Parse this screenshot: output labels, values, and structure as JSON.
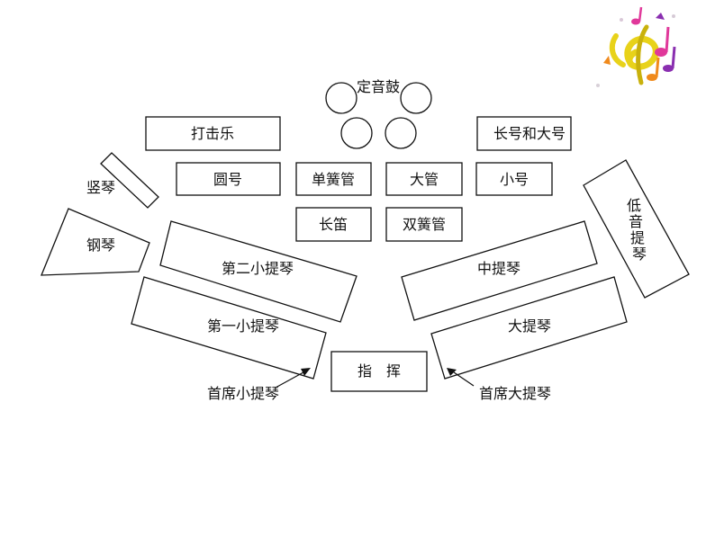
{
  "diagram": {
    "timpani": "定音鼓",
    "percussion": "打击乐",
    "tuba_trombone": "长号和大号",
    "horn": "圆号",
    "clarinet": "单簧管",
    "bassoon": "大管",
    "trumpet": "小号",
    "flute": "长笛",
    "oboe": "双簧管",
    "harp": "竖琴",
    "piano": "钢琴",
    "second_violin": "第二小提琴",
    "first_violin": "第一小提琴",
    "viola": "中提琴",
    "cello": "大提琴",
    "double_bass": "低音提琴",
    "conductor": "指　挥",
    "concertmaster": "首席小提琴",
    "principal_cello": "首席大提琴"
  },
  "colors": {
    "stroke": "#111111",
    "clef_yellow": "#e8d21a",
    "note_pink": "#e0389a",
    "note_purple": "#8a2fb0",
    "note_orange": "#f08a1c"
  },
  "icons": [
    "treble-clef-music-notes-icon"
  ]
}
